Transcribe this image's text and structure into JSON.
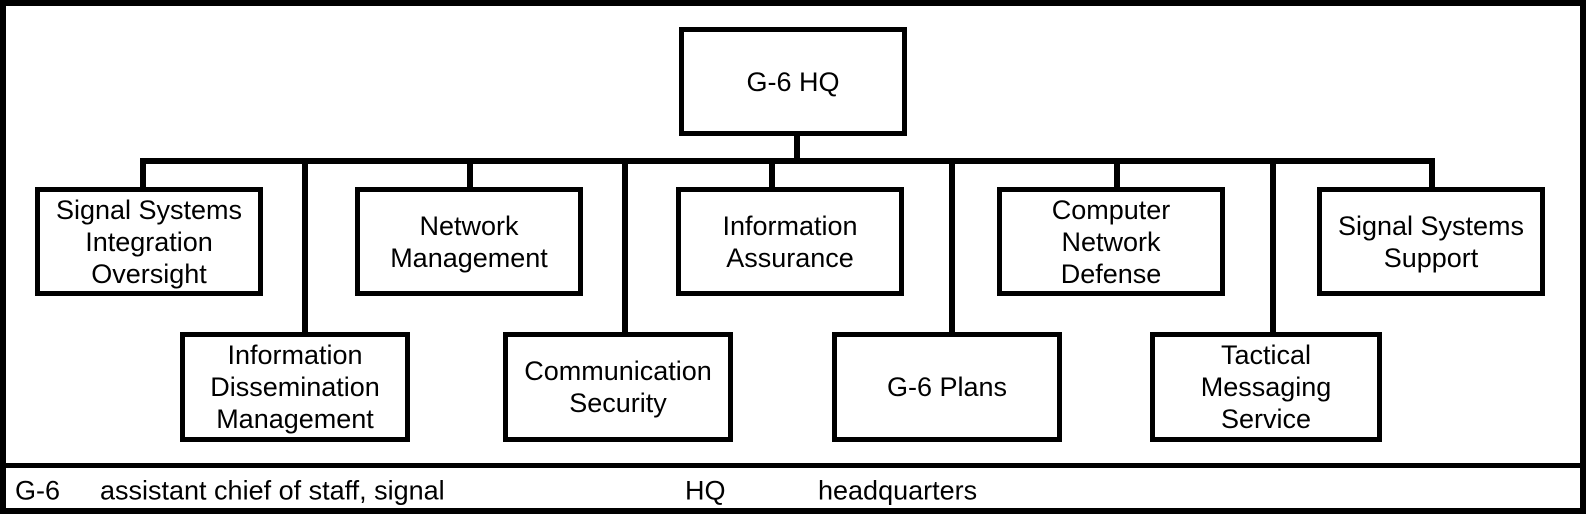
{
  "figure": {
    "type": "org-chart"
  },
  "colors": {
    "ink": "#000000",
    "background": "#ffffff"
  },
  "diagram": {
    "root": {
      "label": "G-6 HQ"
    },
    "tier1": [
      {
        "label": "Signal Systems\nIntegration\nOversight"
      },
      {
        "label": "Network\nManagement"
      },
      {
        "label": "Information\nAssurance"
      },
      {
        "label": "Computer\nNetwork\nDefense"
      },
      {
        "label": "Signal Systems\nSupport"
      }
    ],
    "tier2": [
      {
        "label": "Information\nDissemination\nManagement"
      },
      {
        "label": "Communication\nSecurity"
      },
      {
        "label": "G-6 Plans"
      },
      {
        "label": "Tactical\nMessaging\nService"
      }
    ]
  },
  "legend": {
    "entries": [
      {
        "abbr": "G-6",
        "definition": "assistant chief of staff, signal"
      },
      {
        "abbr": "HQ",
        "definition": "headquarters"
      }
    ]
  }
}
